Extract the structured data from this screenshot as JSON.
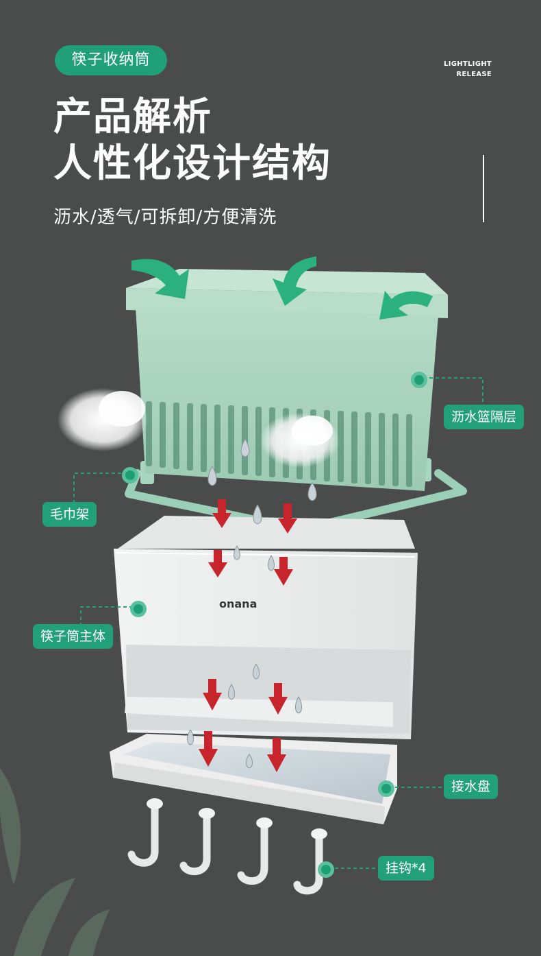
{
  "header": {
    "tag": "筷子收纳筒",
    "brand_line1": "LIGHTLIGHT",
    "brand_line2": "RELEASE",
    "title_line1": "产品解析",
    "title_line2": "人性化设计结构",
    "subtitle": "沥水/透气/可拆卸/方便清洗"
  },
  "product": {
    "logo": "onana"
  },
  "labels": {
    "drain_basket": "沥水篮隔层",
    "towel_rack": "毛巾架",
    "main_body": "筷子筒主体",
    "drip_tray": "接水盘",
    "hooks": "挂钩*4"
  },
  "colors": {
    "background": "#4a4b4b",
    "accent_green": "#22a07a",
    "basket_green": "#a8d3bd",
    "arrow_red": "#c8242c"
  }
}
